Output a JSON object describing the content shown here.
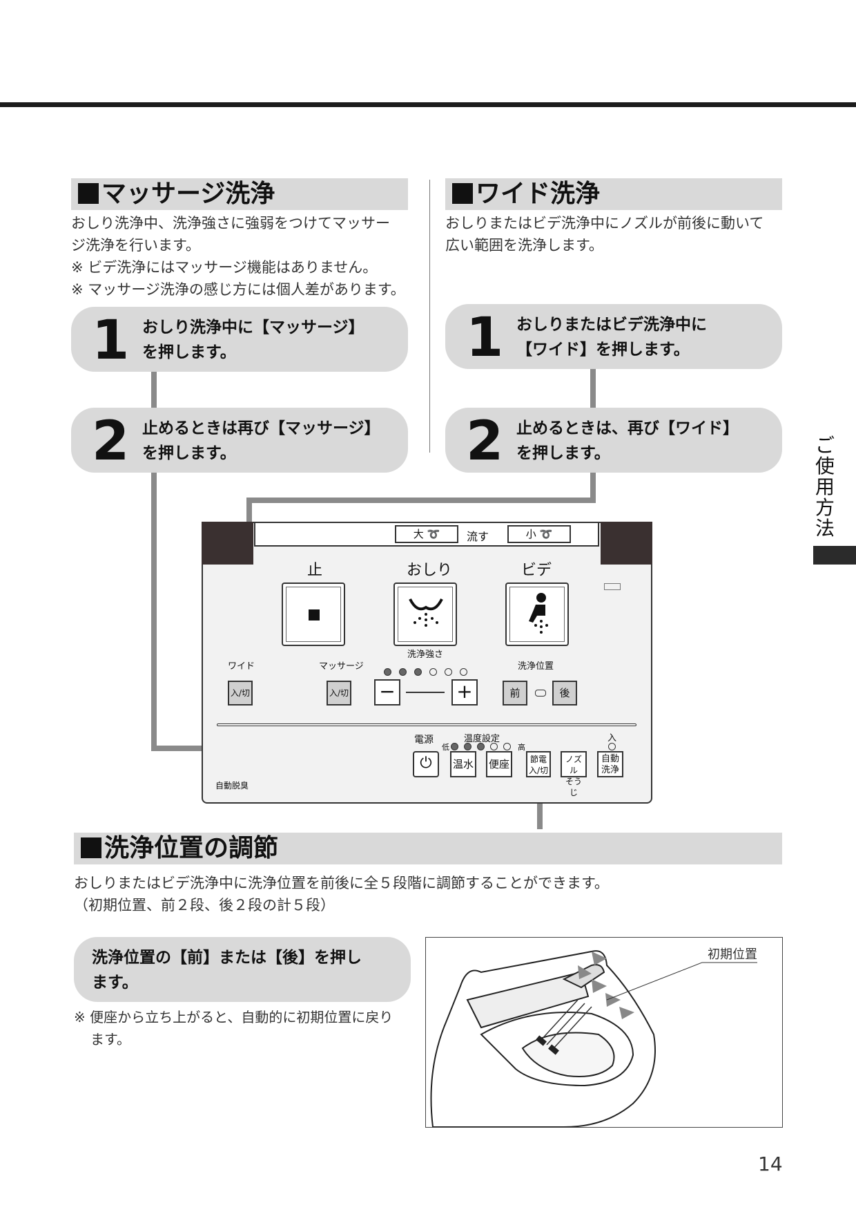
{
  "massage": {
    "title": "マッサージ洗浄",
    "desc1": "おしり洗浄中、洗浄強さに強弱をつけてマッサー",
    "desc2": "ジ洗浄を行います。",
    "note1": "※ ビデ洗浄にはマッサージ機能はありません。",
    "note2": "※ マッサージ洗浄の感じ方には個人差があります。",
    "step1_num": "1",
    "step1_line1": "おしり洗浄中に【マッサージ】",
    "step1_line2": "を押します。",
    "step2_num": "2",
    "step2_line1": "止めるときは再び【マッサージ】",
    "step2_line2": "を押します。"
  },
  "wide": {
    "title": "ワイド洗浄",
    "desc1": "おしりまたはビデ洗浄中にノズルが前後に動いて",
    "desc2": "広い範囲を洗浄します。",
    "step1_num": "1",
    "step1_line1": "おしりまたはビデ洗浄中に",
    "step1_line2": "【ワイド】を押します。",
    "step2_num": "2",
    "step2_line1": "止めるときは、再び【ワイド】",
    "step2_line2": "を押します。"
  },
  "panel": {
    "flush_large": "大",
    "flush_label": "流す",
    "flush_small": "小",
    "stop_label": "止",
    "oshiri_label": "おしり",
    "bidet_label": "ビデ",
    "wide_label": "ワイド",
    "massage_label": "マッサージ",
    "toggle_label": "入/切",
    "strength_label": "洗浄強さ",
    "position_label": "洗浄位置",
    "minus": "−",
    "plus": "+",
    "front": "前",
    "back": "後",
    "power_label": "電源",
    "temp_label": "温度設定",
    "temp_low": "低",
    "temp_high": "高",
    "on_label": "入",
    "warm_water": "温水",
    "seat": "便座",
    "setsuden_line1": "節電",
    "setsuden_line2": "入/切",
    "nozzle_line1": "ノズル",
    "nozzle_line2": "そうじ",
    "auto_line1": "自動",
    "auto_line2": "洗浄",
    "deodorize": "自動脱臭",
    "strength_levels": 6,
    "strength_active": 3,
    "temp_levels": 5,
    "temp_active": 3
  },
  "position": {
    "title": "洗浄位置の調節",
    "desc1": "おしりまたはビデ洗浄中に洗浄位置を前後に全５段階に調節することができます。",
    "desc2": "（初期位置、前２段、後２段の計５段）",
    "step_line1": "洗浄位置の【前】または【後】を押し",
    "step_line2": "ます。",
    "note_line1": "※ 便座から立ち上がると、自動的に初期位置に戻り",
    "note_line2": "ます。",
    "initial_label": "初期位置"
  },
  "side_tab": [
    "ご",
    "使",
    "用",
    "方",
    "法"
  ],
  "page_number": "14"
}
